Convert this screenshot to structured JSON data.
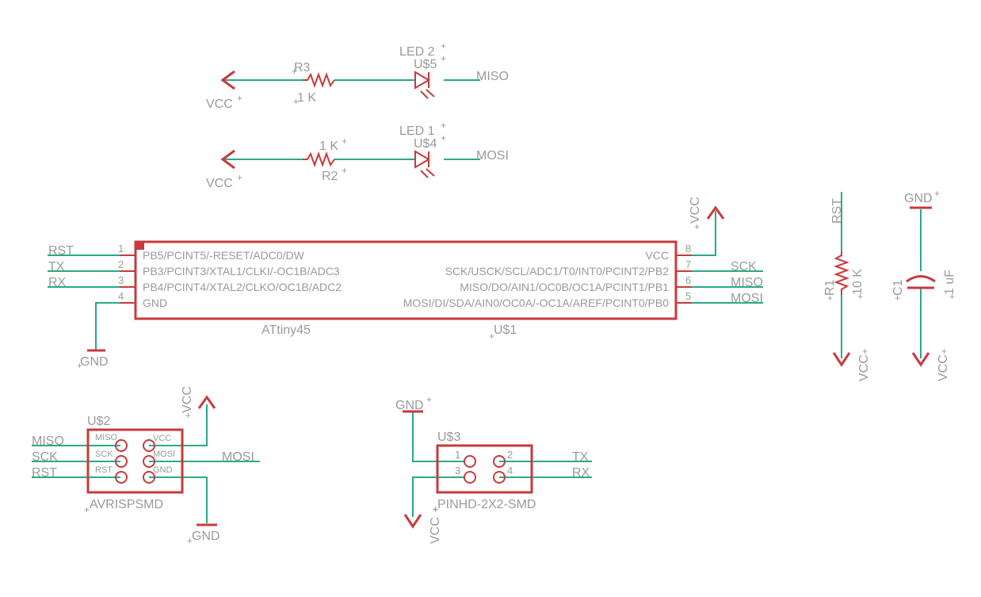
{
  "colors": {
    "wire": "#2aa98b",
    "symbol": "#c83a3c",
    "text": "#9a9a9a",
    "background": "#ffffff"
  },
  "led2": {
    "name": "LED 2",
    "ref": "U$5",
    "net": "MISO"
  },
  "r3": {
    "name": "R3",
    "value": "1 K"
  },
  "led1": {
    "name": "LED 1",
    "ref": "U$4",
    "net": "MOSI"
  },
  "r2": {
    "name": "R2",
    "value": "1 K"
  },
  "supplies": {
    "vcc": "VCC",
    "gnd": "GND"
  },
  "attiny": {
    "name": "ATtiny45",
    "ref": "U$1",
    "left_pins": [
      {
        "num": "1",
        "label": "PB5/PCINT5/-RESET/ADC0/DW",
        "net": "RST"
      },
      {
        "num": "2",
        "label": "PB3/PCINT3/XTAL1/CLKI/-OC1B/ADC3",
        "net": "TX"
      },
      {
        "num": "3",
        "label": "PB4/PCINT4/XTAL2/CLKO/OC1B/ADC2",
        "net": "RX"
      },
      {
        "num": "4",
        "label": "GND",
        "net": "GND"
      }
    ],
    "right_pins": [
      {
        "num": "8",
        "label": "VCC",
        "net": "VCC"
      },
      {
        "num": "7",
        "label": "SCK/USCK/SCL/ADC1/T0/INT0/PCINT2/PB2",
        "net": "SCK"
      },
      {
        "num": "6",
        "label": "MISO/DO/AIN1/OC0B/OC1A/PCINT1/PB1",
        "net": "MISO"
      },
      {
        "num": "5",
        "label": "MOSI/DI/SDA/AIN0/OC0A/-OC1A/AREF/PCINT0/PB0",
        "net": "MOSI"
      }
    ]
  },
  "r1": {
    "name": "R1",
    "value": "10 K",
    "net": "RST"
  },
  "c1": {
    "name": "C1",
    "value": "1 uF"
  },
  "isp": {
    "ref": "U$2",
    "name": "AVRISPSMD",
    "pins": [
      "MISO",
      "VCC",
      "SCK",
      "MOSI",
      "RST",
      "GND"
    ],
    "nets": [
      "MISO",
      "SCK",
      "RST",
      "MOSI"
    ]
  },
  "header": {
    "ref": "U$3",
    "name": "PINHD-2X2-SMD",
    "pins": [
      "1",
      "2",
      "3",
      "4"
    ],
    "nets": [
      "TX",
      "RX"
    ]
  }
}
